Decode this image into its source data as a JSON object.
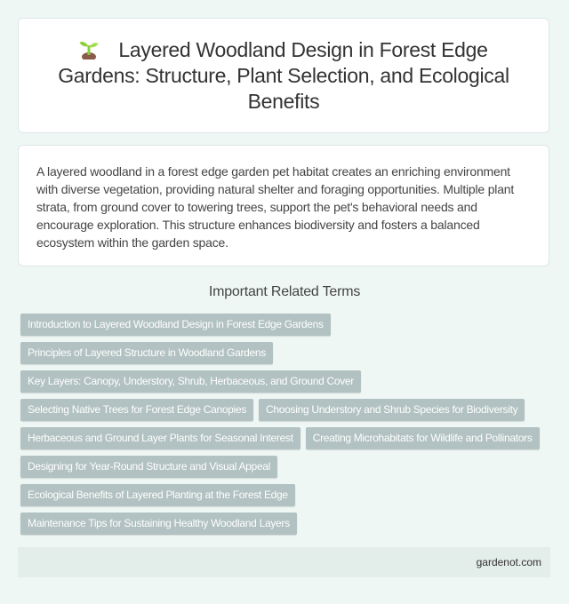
{
  "header": {
    "icon": "seedling-icon",
    "title": "Layered Woodland Design in Forest Edge Gardens: Structure, Plant Selection, and Ecological Benefits"
  },
  "summary": {
    "text": "A layered woodland in a forest edge garden pet habitat creates an enriching environment with diverse vegetation, providing natural shelter and foraging opportunities. Multiple plant strata, from ground cover to towering trees, support the pet's behavioral needs and encourage exploration. This structure enhances biodiversity and fosters a balanced ecosystem within the garden space."
  },
  "related": {
    "heading": "Important Related Terms",
    "terms": [
      "Introduction to Layered Woodland Design in Forest Edge Gardens",
      "Principles of Layered Structure in Woodland Gardens",
      "Key Layers: Canopy, Understory, Shrub, Herbaceous, and Ground Cover",
      "Selecting Native Trees for Forest Edge Canopies",
      "Choosing Understory and Shrub Species for Biodiversity",
      "Herbaceous and Ground Layer Plants for Seasonal Interest",
      "Creating Microhabitats for Wildlife and Pollinators",
      "Designing for Year-Round Structure and Visual Appeal",
      "Ecological Benefits of Layered Planting at the Forest Edge",
      "Maintenance Tips for Sustaining Healthy Woodland Layers"
    ]
  },
  "footer": {
    "site": "gardenot.com"
  },
  "colors": {
    "background": "#eff7f4",
    "card": "#ffffff",
    "term_chip": "#b2c1c1",
    "footer_bg": "#e3ede9"
  }
}
